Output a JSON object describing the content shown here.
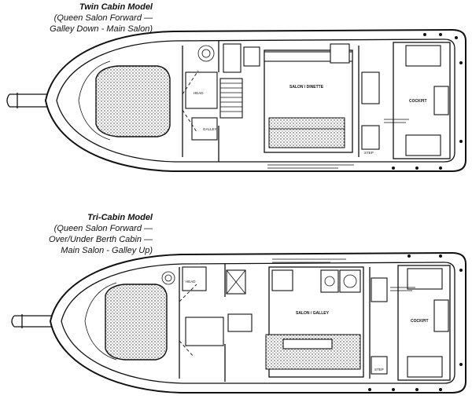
{
  "plans": [
    {
      "model": "Twin Cabin Model",
      "description": "(Queen Salon Forward — Galley Down - Main Salon)",
      "desc_lines": [
        "(Queen Salon Forward —",
        "Galley Down - Main Salon)"
      ],
      "labels": {
        "salon": "SALON / DINETTE",
        "cockpit": "COCKPIT",
        "galley": "GALLEY",
        "head": "HEAD",
        "step": "STEP"
      }
    },
    {
      "model": "Tri-Cabin Model",
      "description": "(Queen Salon Forward — Over/Under Berth Cabin — Main Salon - Galley Up)",
      "desc_lines": [
        "(Queen Salon Forward —",
        "Over/Under Berth Cabin —",
        "Main Salon - Galley Up)"
      ],
      "labels": {
        "salon": "SALON / GALLEY",
        "cockpit": "COCKPIT",
        "head": "HEAD",
        "step": "STEP"
      }
    }
  ]
}
